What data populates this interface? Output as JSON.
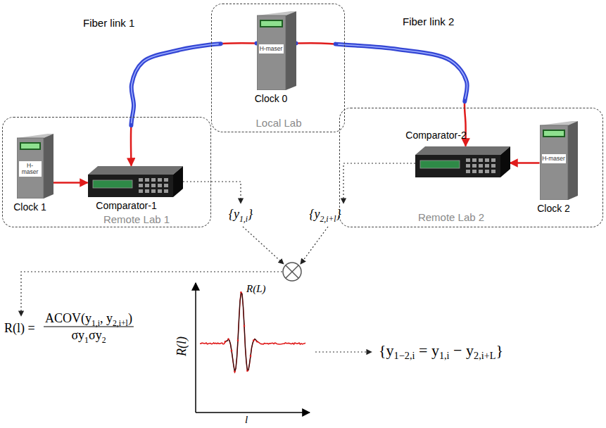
{
  "diagram": {
    "nodes": [
      {
        "text": [
          "Local Lab"
        ]
      },
      {
        "text": [
          "H-maser",
          "Clock 0"
        ],
        "in": 0
      },
      {
        "text": [
          "Remote Lab 1"
        ]
      },
      {
        "text": [
          "H-maser",
          "Clock 1"
        ],
        "in": 2
      },
      {
        "text": [
          "Comparator-1"
        ],
        "in": 2
      },
      {
        "text": [
          "Remote Lab 2"
        ]
      },
      {
        "text": [
          "Comparator-2"
        ],
        "in": 5
      },
      {
        "text": [
          "H-maser",
          "Clock 2"
        ],
        "in": 5
      }
    ],
    "edges": [
      {
        "from": 1,
        "to": 4,
        "arrow": "to",
        "label": "Fiber link 1"
      },
      {
        "from": 1,
        "to": 6,
        "arrow": "to",
        "label": "Fiber link 2"
      },
      {
        "from": 3,
        "to": 4,
        "arrow": "to"
      },
      {
        "from": 7,
        "to": 6,
        "arrow": "to"
      }
    ],
    "labels": [
      "{y1,i}",
      "{y2,i+l}",
      "R(l) =",
      "ACOV(y1,i, y2,i+l)",
      "σy1σy2",
      "R(l)",
      "R(L)",
      "l",
      "{y1−2,i = y1,i − y2,i+L}"
    ]
  }
}
